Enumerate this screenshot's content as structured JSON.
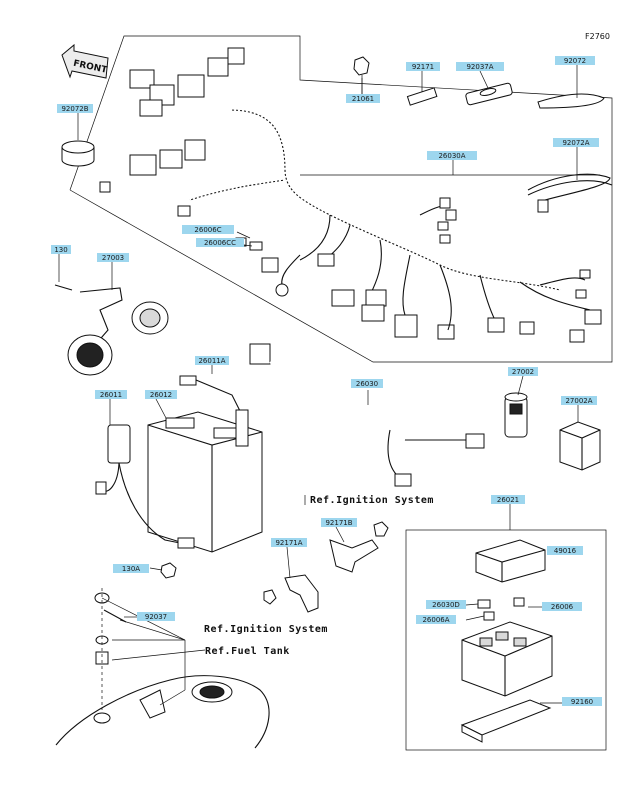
{
  "diagram": {
    "code": "F2760",
    "label_color": "#9dd6ee",
    "front_label": "FRONT",
    "part_labels": [
      {
        "id": "p92072b",
        "text": "92072B"
      },
      {
        "id": "p21061",
        "text": "21061"
      },
      {
        "id": "p92171",
        "text": "92171"
      },
      {
        "id": "p92037a",
        "text": "92037A"
      },
      {
        "id": "p92072",
        "text": "92072"
      },
      {
        "id": "p92072a",
        "text": "92072A"
      },
      {
        "id": "p26030a",
        "text": "26030A"
      },
      {
        "id": "p26006c",
        "text": "26006C"
      },
      {
        "id": "p26006cc",
        "text": "26006CC"
      },
      {
        "id": "p130",
        "text": "130"
      },
      {
        "id": "p27003",
        "text": "27003"
      },
      {
        "id": "p26011a",
        "text": "26011A"
      },
      {
        "id": "p26011",
        "text": "26011"
      },
      {
        "id": "p26012",
        "text": "26012"
      },
      {
        "id": "p26030",
        "text": "26030"
      },
      {
        "id": "p27002",
        "text": "27002"
      },
      {
        "id": "p27002a",
        "text": "27002A"
      },
      {
        "id": "p92171b",
        "text": "92171B"
      },
      {
        "id": "p26021",
        "text": "26021"
      },
      {
        "id": "p92171a",
        "text": "92171A"
      },
      {
        "id": "p49016",
        "text": "49016"
      },
      {
        "id": "p130a",
        "text": "130A"
      },
      {
        "id": "p26030d",
        "text": "26030D"
      },
      {
        "id": "p26006",
        "text": "26006"
      },
      {
        "id": "p26006a",
        "text": "26006A"
      },
      {
        "id": "p92037",
        "text": "92037"
      },
      {
        "id": "p92160",
        "text": "92160"
      }
    ],
    "references": {
      "ignition_1": "Ref.Ignition System",
      "ignition_2": "Ref.Ignition System",
      "fuel_tank": "Ref.Fuel Tank"
    }
  }
}
